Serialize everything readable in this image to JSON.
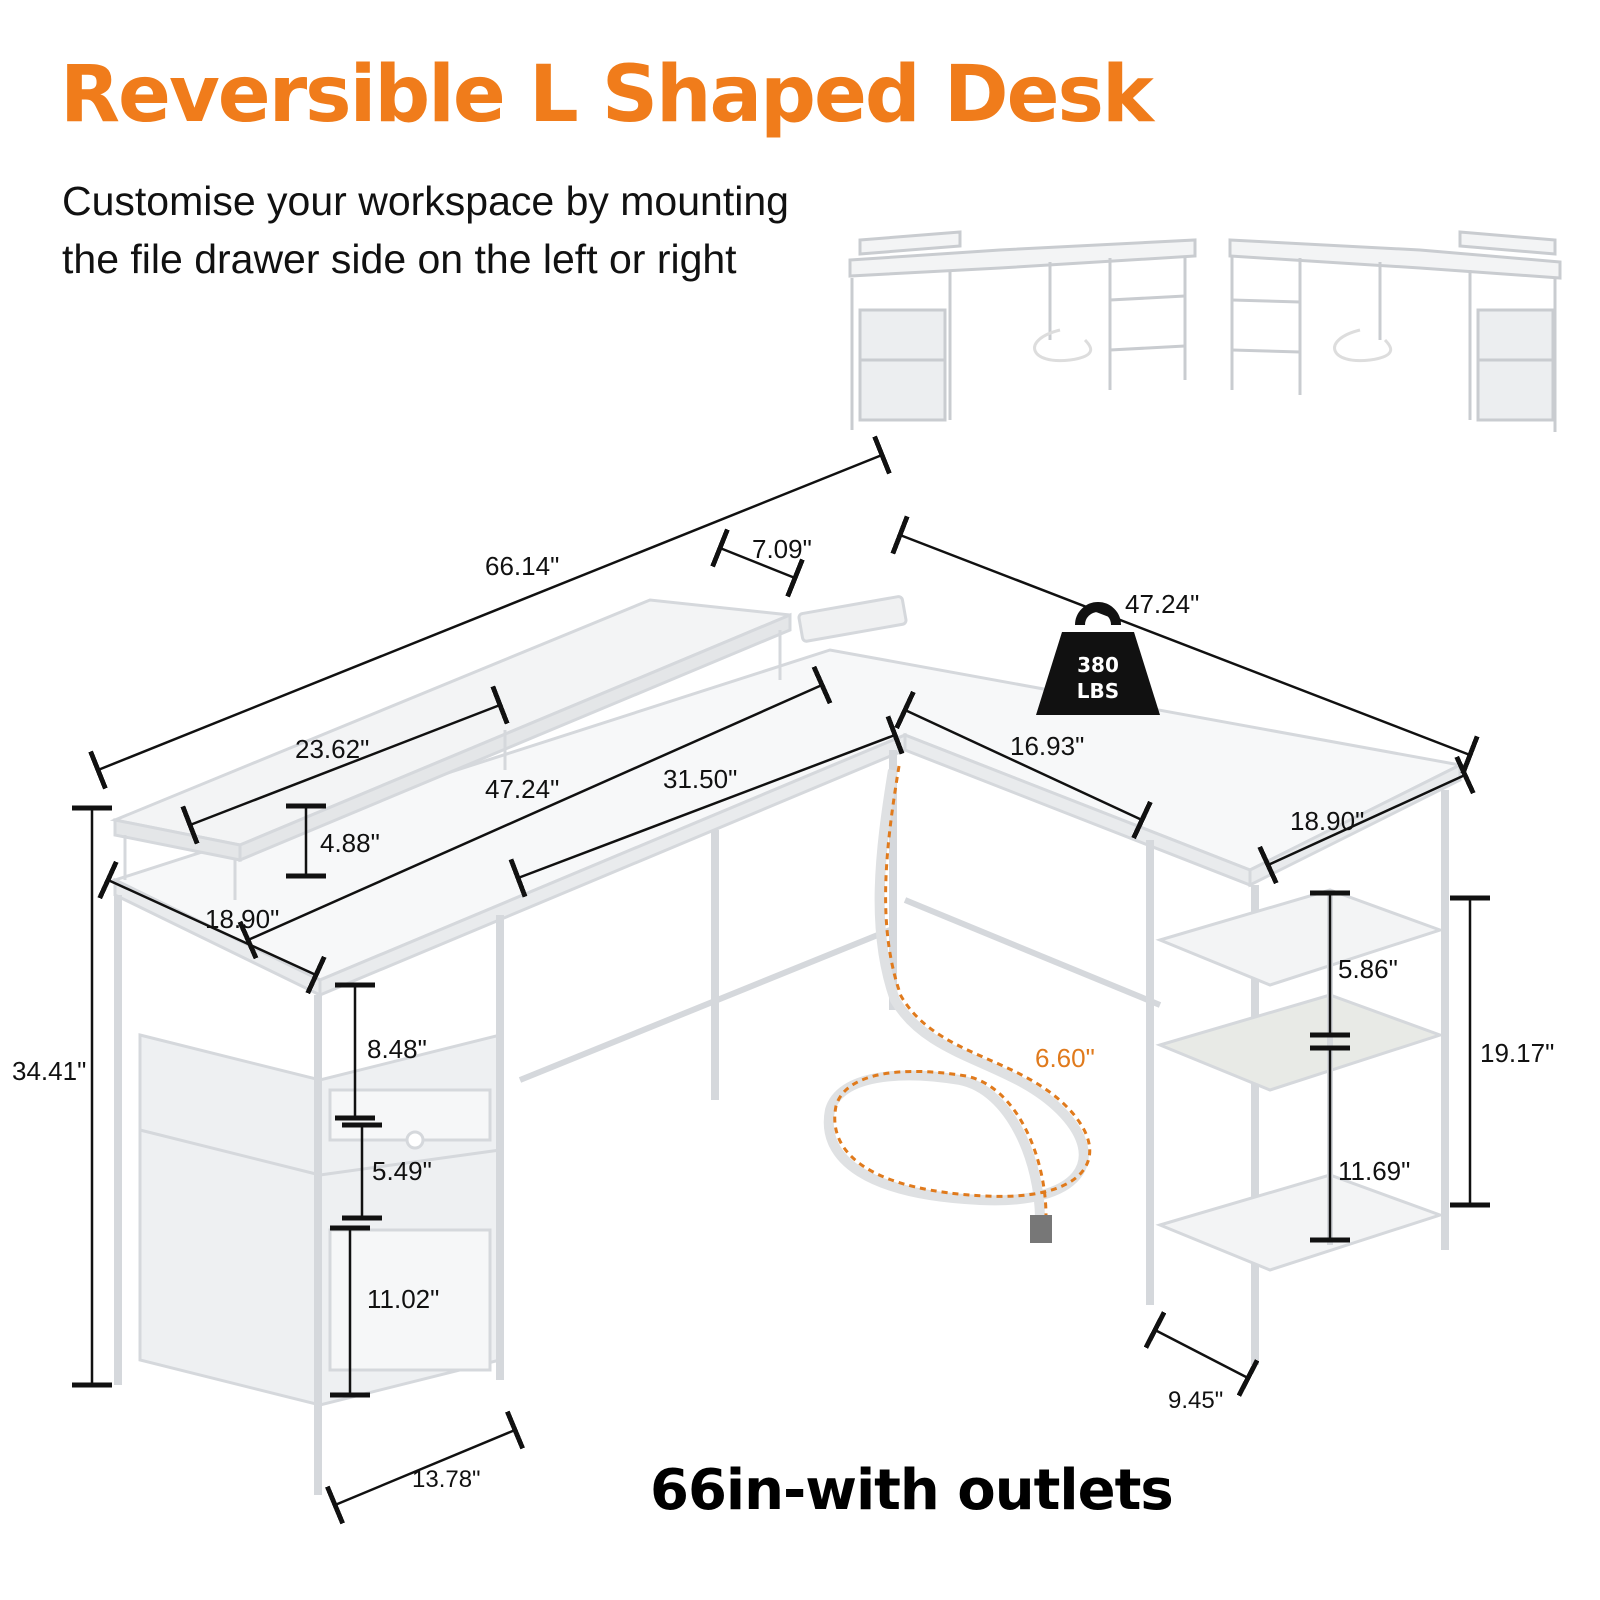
{
  "header": {
    "title": "Reversible L Shaped Desk",
    "subtitle_line1": "Customise your workspace by mounting",
    "subtitle_line2": "the file drawer side on the left or right"
  },
  "badge": {
    "weight_line1": "380",
    "weight_line2": "LBS"
  },
  "dimensions": {
    "total_length": "66.14\"",
    "riser_depth": "7.09\"",
    "return_length": "47.24\"",
    "riser_length": "23.62\"",
    "main_length": "47.24\"",
    "legroom": "31.50\"",
    "corner_width": "16.93\"",
    "return_depth": "18.90\"",
    "riser_height": "4.88\"",
    "main_depth": "18.90\"",
    "total_height": "34.41\"",
    "drawer_cubby": "8.48\"",
    "drawer_small": "5.49\"",
    "drawer_large": "11.02\"",
    "cabinet_width": "13.78\"",
    "cord_length": "6.60\"",
    "shelf_top": "5.86\"",
    "shelf_height": "19.17\"",
    "shelf_bottom": "11.69\"",
    "shelf_width": "9.45\""
  },
  "footer": {
    "caption": "66in-with outlets"
  },
  "colors": {
    "title": "#F07C1B",
    "cord_highlight": "#E07A1C",
    "frame": "#D9DCE0",
    "panel": "#F4F5F6"
  }
}
